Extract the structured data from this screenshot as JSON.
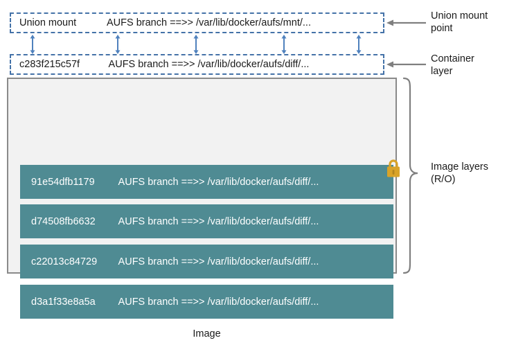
{
  "diagram": {
    "title": "Docker AUFS storage driver layer diagram",
    "colors": {
      "layer_fill": "#4f8b93",
      "dashed_border": "#4472a8",
      "arrow_blue": "#4f81bd",
      "callout_gray": "#7f7f7f",
      "image_box_bg": "#f2f2f2",
      "image_box_border": "#8a8a8a",
      "lock_gold": "#d9a328",
      "text_dark": "#1a1a1a",
      "text_light": "#ffffff"
    }
  },
  "union_mount": {
    "id": "Union mount",
    "branch": "AUFS branch ==>> /var/lib/docker/aufs/mnt/..."
  },
  "container_layer": {
    "id": "c283f215c57f",
    "branch": "AUFS branch ==>> /var/lib/docker/aufs/diff/..."
  },
  "image": {
    "caption": "Image",
    "layers": [
      {
        "id": "91e54dfb1179",
        "branch": "AUFS branch ==>> /var/lib/docker/aufs/diff/..."
      },
      {
        "id": "d74508fb6632",
        "branch": "AUFS branch ==>> /var/lib/docker/aufs/diff/..."
      },
      {
        "id": "c22013c84729",
        "branch": "AUFS branch ==>> /var/lib/docker/aufs/diff/..."
      },
      {
        "id": "d3a1f33e8a5a",
        "branch": "AUFS branch ==>> /var/lib/docker/aufs/diff/..."
      }
    ]
  },
  "callouts": {
    "union_mount_point": "Union mount\npoint",
    "container_layer": "Container\nlayer",
    "image_layers": "Image layers\n(R/O)"
  },
  "icons": {
    "lock": "lock-icon",
    "double_arrow": "double-headed-arrow-icon",
    "callout_arrow": "left-arrow-icon",
    "brace": "curly-brace-icon"
  },
  "connector_arrow_count": 5
}
